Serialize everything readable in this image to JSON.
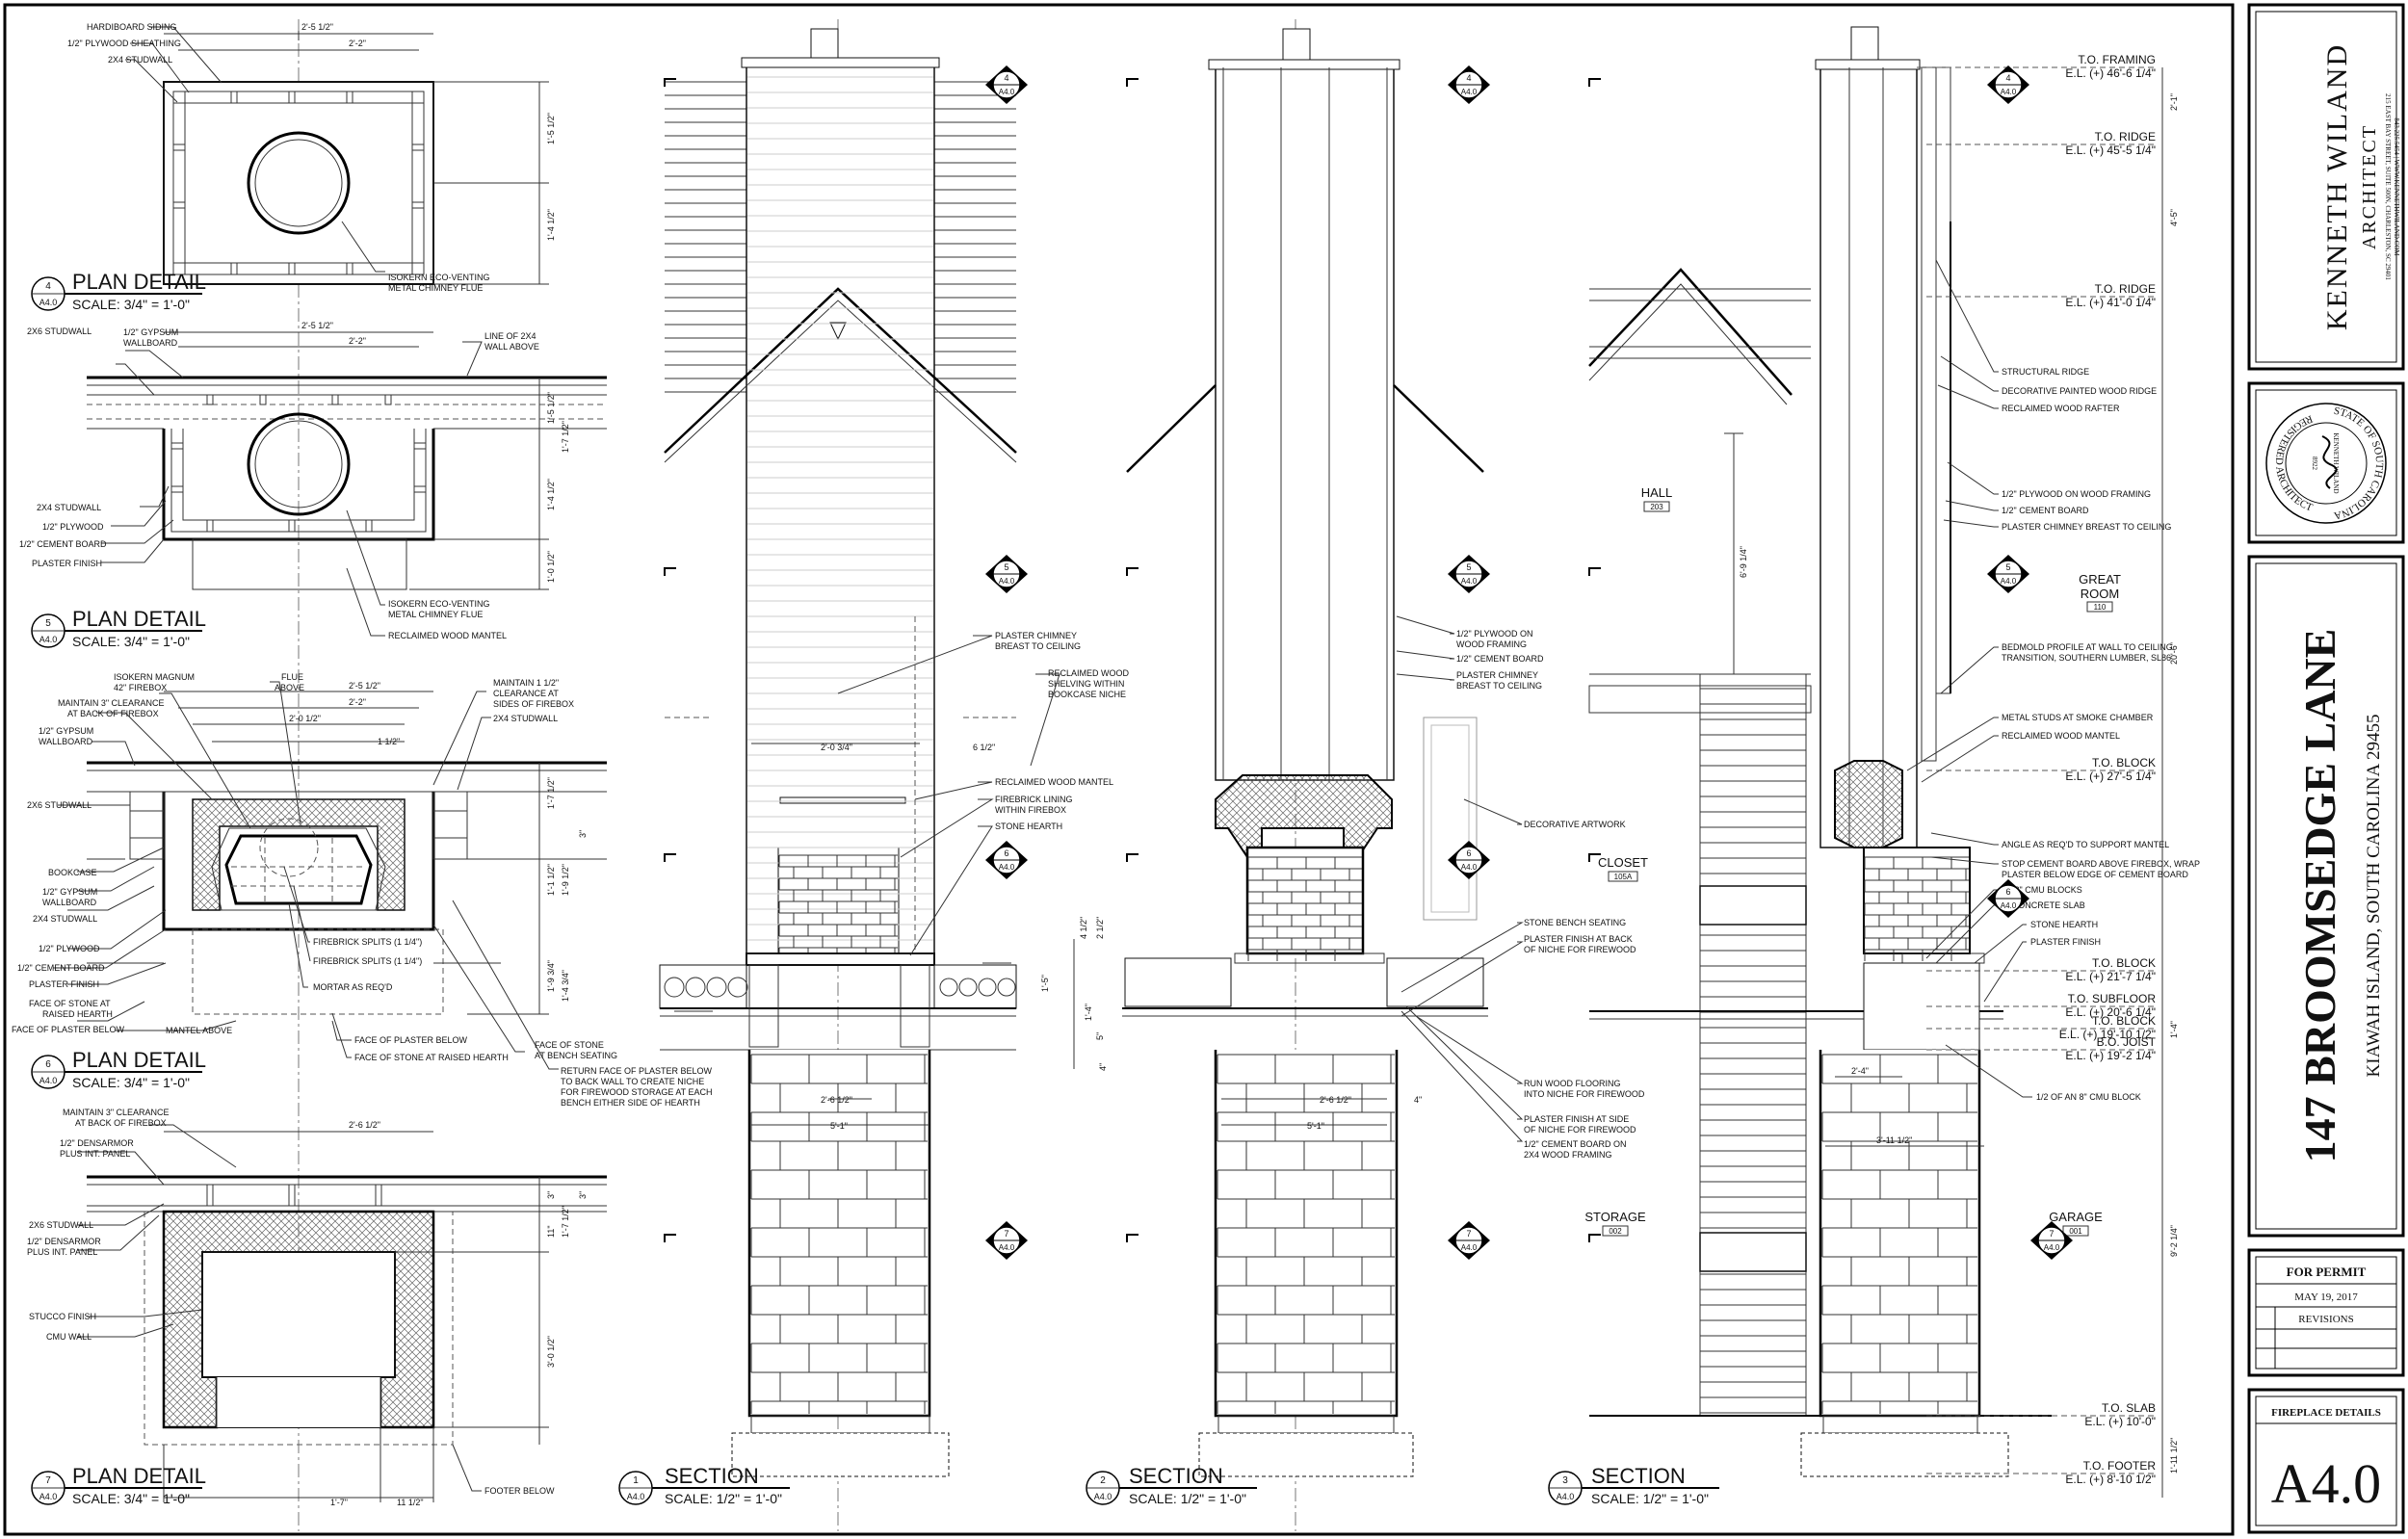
{
  "plan_details": [
    {
      "title": "PLAN DETAIL",
      "scale": "SCALE: 3/4\" = 1'-0\"",
      "num": "4",
      "sheet": "A4.0"
    },
    {
      "title": "PLAN DETAIL",
      "scale": "SCALE: 3/4\" = 1'-0\"",
      "num": "5",
      "sheet": "A4.0"
    },
    {
      "title": "PLAN DETAIL",
      "scale": "SCALE: 3/4\" = 1'-0\"",
      "num": "6",
      "sheet": "A4.0"
    },
    {
      "title": "PLAN DETAIL",
      "scale": "SCALE: 3/4\" = 1'-0\"",
      "num": "7",
      "sheet": "A4.0"
    }
  ],
  "sections": [
    {
      "title": "SECTION",
      "scale": "SCALE: 1/2\" = 1'-0\"",
      "num": "1",
      "sheet": "A4.0"
    },
    {
      "title": "SECTION",
      "scale": "SCALE: 1/2\" = 1'-0\"",
      "num": "2",
      "sheet": "A4.0"
    },
    {
      "title": "SECTION",
      "scale": "SCALE: 1/2\" = 1'-0\"",
      "num": "3",
      "sheet": "A4.0"
    }
  ],
  "cut_marks": [
    "4",
    "5",
    "6",
    "7"
  ],
  "cut_sheet": "A4.0",
  "plan4": {
    "notes": [
      "HARDIBOARD SIDING",
      "1/2\" PLYWOOD SHEATHING",
      "2X4 STUDWALL",
      "ISOKERN ECO-VENTING",
      "METAL CHIMNEY FLUE"
    ],
    "dims": [
      "2'-5 1/2\"",
      "2'-2\"",
      "1'-5 1/2\"",
      "1'-4 1/2\""
    ]
  },
  "plan5": {
    "notes": [
      "2X6 STUDWALL",
      "1/2\" GYPSUM",
      "WALLBOARD",
      "LINE OF 2X4",
      "WALL ABOVE",
      "2X4 STUDWALL",
      "1/2\" PLYWOOD",
      "1/2\" CEMENT BOARD",
      "PLASTER FINISH",
      "ISOKERN ECO-VENTING",
      "METAL CHIMNEY FLUE",
      "RECLAIMED WOOD MANTEL"
    ],
    "dims": [
      "2'-5 1/2\"",
      "2'-2\"",
      "1'-5 1/2\"",
      "1'-7 1/2\"",
      "1'-4 1/2\"",
      "1'-0 1/2\""
    ]
  },
  "plan6": {
    "notes": [
      "ISOKERN MAGNUM",
      "42\" FIREBOX",
      "FLUE",
      "ABOVE",
      "MAINTAIN 1 1/2\"",
      "CLEARANCE AT",
      "SIDES OF FIREBOX",
      "MAINTAIN 3\" CLEARANCE",
      "AT BACK OF FIREBOX",
      "1/2\" GYPSUM",
      "WALLBOARD",
      "2X4 STUDWALL",
      "2X6 STUDWALL",
      "BOOKCASE",
      "1/2\" GYPSUM",
      "WALLBOARD",
      "2X4 STUDWALL",
      "1/2\" PLYWOOD",
      "1/2\" CEMENT BOARD",
      "PLASTER FINISH",
      "FACE OF STONE AT",
      "RAISED HEARTH",
      "FACE OF PLASTER BELOW",
      "FIREBRICK SPLITS (1 1/4\")",
      "FIREBRICK SPLITS (1 1/4\")",
      "MORTAR AS REQ'D",
      "MANTEL ABOVE",
      "FACE OF PLASTER BELOW",
      "FACE OF STONE AT RAISED HEARTH",
      "FACE OF STONE",
      "AT BENCH SEATING",
      "RETURN FACE OF PLASTER BELOW",
      "TO BACK WALL TO CREATE NICHE",
      "FOR FIREWOOD STORAGE AT EACH",
      "BENCH EITHER SIDE OF HEARTH"
    ],
    "dims": [
      "2'-5 1/2\"",
      "2'-2\"",
      "2'-0 1/2\"",
      "1 1/2\"",
      "1'-7 1/2\"",
      "3\"",
      "1'-1 1/2\"",
      "1'-9 1/2\"",
      "1'-9 3/4\"",
      "1'-4 3/4\""
    ]
  },
  "plan7": {
    "notes": [
      "MAINTAIN 3\" CLEARANCE",
      "AT BACK OF FIREBOX",
      "1/2\" DENSARMOR",
      "PLUS INT. PANEL",
      "2X6 STUDWALL",
      "1/2\" DENSARMOR",
      "PLUS INT. PANEL",
      "STUCCO FINISH",
      "CMU WALL",
      "FOOTER BELOW"
    ],
    "dims": [
      "2'-6 1/2\"",
      "3\"",
      "11\"",
      "1'-7 1/2\"",
      "3\"",
      "3'-0 1/2\"",
      "1'-7\"",
      "11 1/2\""
    ]
  },
  "section1": {
    "notes": [
      "PLASTER CHIMNEY",
      "BREAST TO CEILING",
      "RECLAIMED WOOD",
      "SHELVING WITHIN",
      "BOOKCASE NICHE",
      "RECLAIMED WOOD MANTEL",
      "FIREBRICK LINING",
      "WITHIN FIREBOX",
      "STONE HEARTH"
    ],
    "dims": [
      "2'-0 3/4\"",
      "6 1/2\"",
      "4 1/2\"",
      "2 1/2\"",
      "1'-5\"",
      "1'-4\"",
      "5\"",
      "4\"",
      "2'-6 1/2\"",
      "5'-1\""
    ]
  },
  "section2": {
    "notes": [
      "1/2\" PLYWOOD ON",
      "WOOD FRAMING",
      "1/2\" CEMENT BOARD",
      "PLASTER CHIMNEY",
      "BREAST TO CEILING",
      "DECORATIVE ARTWORK",
      "STONE BENCH SEATING",
      "PLASTER FINISH AT BACK",
      "OF NICHE FOR FIREWOOD",
      "RUN WOOD FLOORING",
      "INTO NICHE FOR FIREWOOD",
      "PLASTER FINISH AT SIDE",
      "OF NICHE FOR FIREWOOD",
      "1/2\" CEMENT BOARD ON",
      "2X4 WOOD FRAMING"
    ],
    "dims": [
      "2'-6 1/2\"",
      "4\"",
      "5'-1\""
    ]
  },
  "section3": {
    "rooms": [
      {
        "name": "HALL",
        "num": "203"
      },
      {
        "name": "GREAT",
        "name2": "ROOM",
        "num": "110"
      },
      {
        "name": "CLOSET",
        "num": "105A"
      },
      {
        "name": "STORAGE",
        "num": "002"
      },
      {
        "name": "GARAGE",
        "num": "001"
      }
    ],
    "notes": [
      "STRUCTURAL RIDGE",
      "DECORATIVE PAINTED WOOD RIDGE",
      "RECLAIMED WOOD RAFTER",
      "1/2\" PLYWOOD ON WOOD FRAMING",
      "1/2\" CEMENT BOARD",
      "PLASTER CHIMNEY BREAST TO CEILING",
      "BEDMOLD PROFILE AT WALL TO CEILING",
      "TRANSITION, SOUTHERN LUMBER, SL86",
      "METAL STUDS AT SMOKE CHAMBER",
      "RECLAIMED WOOD MANTEL",
      "ANGLE AS REQ'D TO SUPPORT MANTEL",
      "STOP CEMENT BOARD ABOVE FIREBOX, WRAP",
      "PLASTER BELOW EDGE OF CEMENT BOARD",
      "(2) 8\" CMU BLOCKS",
      "5\" CONCRETE SLAB",
      "STONE HEARTH",
      "PLASTER FINISH",
      "1/2 OF AN 8\" CMU BLOCK"
    ],
    "dims": [
      "6'-9 1/4\"",
      "2'-4\"",
      "3'-11 1/2\"",
      "2'-1\"",
      "4'-5\"",
      "20'-6\"",
      "9'-2 1/4\"",
      "1'-4\"",
      "1'-11 1/2\""
    ]
  },
  "elevations": [
    {
      "label": "T.O. FRAMING",
      "value": "E.L. (+) 46'-6 1/4\""
    },
    {
      "label": "T.O. RIDGE",
      "value": "E.L. (+) 45'-5 1/4\""
    },
    {
      "label": "T.O. RIDGE",
      "value": "E.L. (+) 41'-0 1/4\""
    },
    {
      "label": "T.O. BLOCK",
      "value": "E.L. (+) 27'-5 1/4\""
    },
    {
      "label": "T.O. BLOCK",
      "value": "E.L. (+) 21'-7 1/4\""
    },
    {
      "label": "T.O. SUBFLOOR",
      "value": "E.L. (+) 20'-6 1/4\""
    },
    {
      "label": "T.O. BLOCK",
      "value": "E.L. (+) 19'-10 1/2\""
    },
    {
      "label": "B.O. JOIST",
      "value": "E.L. (+) 19'-2 1/4\""
    },
    {
      "label": "T.O. SLAB",
      "value": "E.L. (+) 10'-0\""
    },
    {
      "label": "T.O. FOOTER",
      "value": "E.L. (+) 8'-10 1/2\""
    }
  ],
  "title_block": {
    "firm_name": "KENNETH WILAND",
    "firm_sub": "ARCHITECT",
    "address": "215 EAST BAY STREET, SUITE 500N, CHARLESTON, SC 29401",
    "contact": "843.225.5454 | WWW.KENNETHWILAND.COM",
    "seal_top": "STATE OF SOUTH CAROLINA",
    "seal_bottom": "REGISTERED ARCHITECT",
    "seal_name": "KENNETH WILAND",
    "seal_number": "8922",
    "project": "147 BROOMSEDGE LANE",
    "location": "KIAWAH ISLAND, SOUTH CAROLINA 29455",
    "status": "FOR PERMIT",
    "date": "MAY 19, 2017",
    "revisions": "REVISIONS",
    "sheet_title": "FIREPLACE DETAILS",
    "sheet_number": "A4.0"
  }
}
